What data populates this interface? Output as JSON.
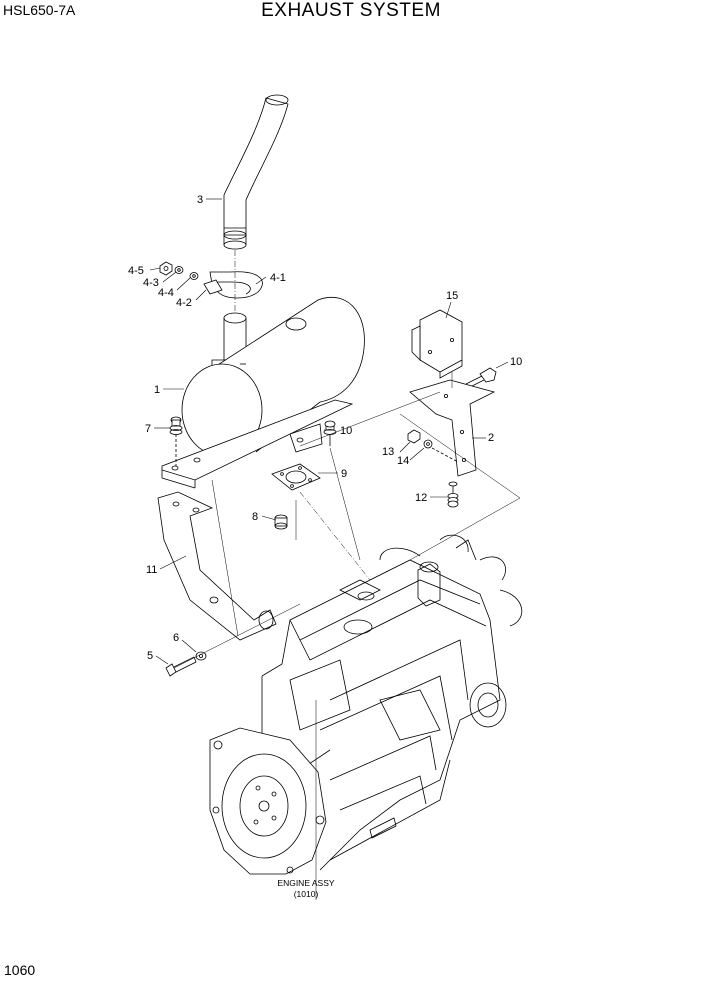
{
  "header": {
    "model": "HSL650-7A",
    "title": "EXHAUST SYSTEM"
  },
  "footer": {
    "page_number": "1060"
  },
  "diagram": {
    "engine_caption_line1": "ENGINE ASSY",
    "engine_caption_line2": "(1010)",
    "callouts": {
      "c1": "1",
      "c2": "2",
      "c3": "3",
      "c4_1": "4-1",
      "c4_2": "4-2",
      "c4_3": "4-3",
      "c4_4": "4-4",
      "c4_5": "4-5",
      "c5": "5",
      "c6": "6",
      "c7": "7",
      "c8": "8",
      "c9": "9",
      "c10a": "10",
      "c10b": "10",
      "c11": "11",
      "c12": "12",
      "c13": "13",
      "c14": "14",
      "c15": "15"
    }
  }
}
